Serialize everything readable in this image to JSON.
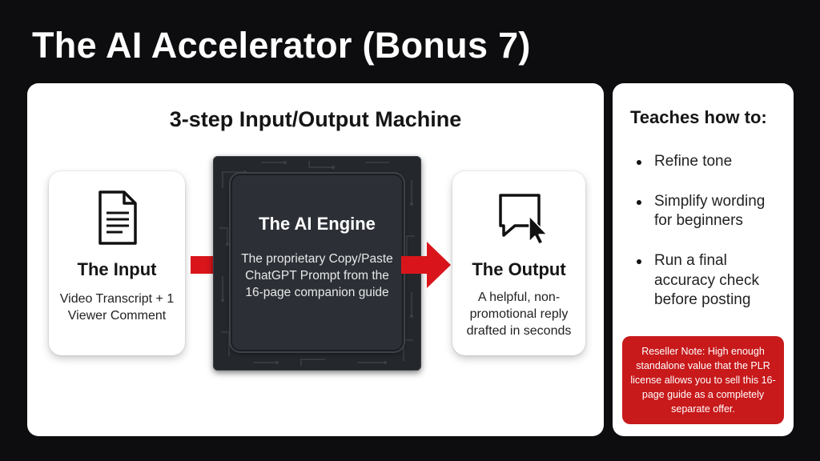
{
  "title": "The AI Accelerator (Bonus 7)",
  "main": {
    "heading": "3-step Input/Output Machine",
    "input": {
      "icon": "document-icon",
      "title": "The Input",
      "text": "Video Transcript + 1 Viewer Comment"
    },
    "engine": {
      "title": "The AI Engine",
      "text": "The proprietary Copy/Paste ChatGPT Prompt from the 16-page companion guide"
    },
    "output": {
      "icon": "chat-cursor-icon",
      "title": "The Output",
      "text": "A helpful, non-promotional reply drafted in seconds"
    },
    "arrow_color": "#d9151b"
  },
  "side": {
    "heading": "Teaches how to:",
    "items": [
      "Refine tone",
      "Simplify wording for beginners",
      "Run a final accuracy check before posting"
    ],
    "note": "Reseller Note: High enough standalone value that the PLR license allows you to sell this 16-page guide as a completely separate offer.",
    "note_color": "#c8191b"
  }
}
